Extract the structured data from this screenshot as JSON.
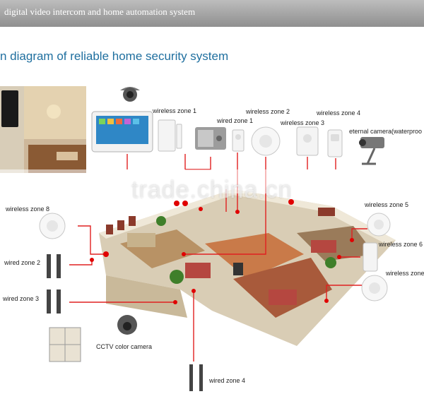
{
  "header": {
    "banner": "digital video intercom and home automation system"
  },
  "title": "n diagram of reliable home security system",
  "labels": {
    "wireless_zone_1": "wireless zone 1",
    "wired_zone_1": "wired zone 1",
    "wireless_zone_2": "wireless zone 2",
    "wireless_zone_3": "wireless zone 3",
    "wireless_zone_4": "wireless zone 4",
    "external_camera": "eternal camera(waterproo",
    "wireless_zone_8": "wireless zone 8",
    "wireless_zone_5": "wireless zone 5",
    "wireless_zone_6": "wireless zone 6",
    "wireless_zone_7": "wireless zone",
    "wired_zone_2": "wired zone 2",
    "wired_zone_3": "wired zone 3",
    "cctv_camera": "CCTV color camera",
    "wired_zone_4": "wired zone 4"
  },
  "watermark": "trade.china.cn",
  "colors": {
    "accent": "#1f6f9f",
    "line": "#e02020",
    "dot": "#e00000"
  }
}
